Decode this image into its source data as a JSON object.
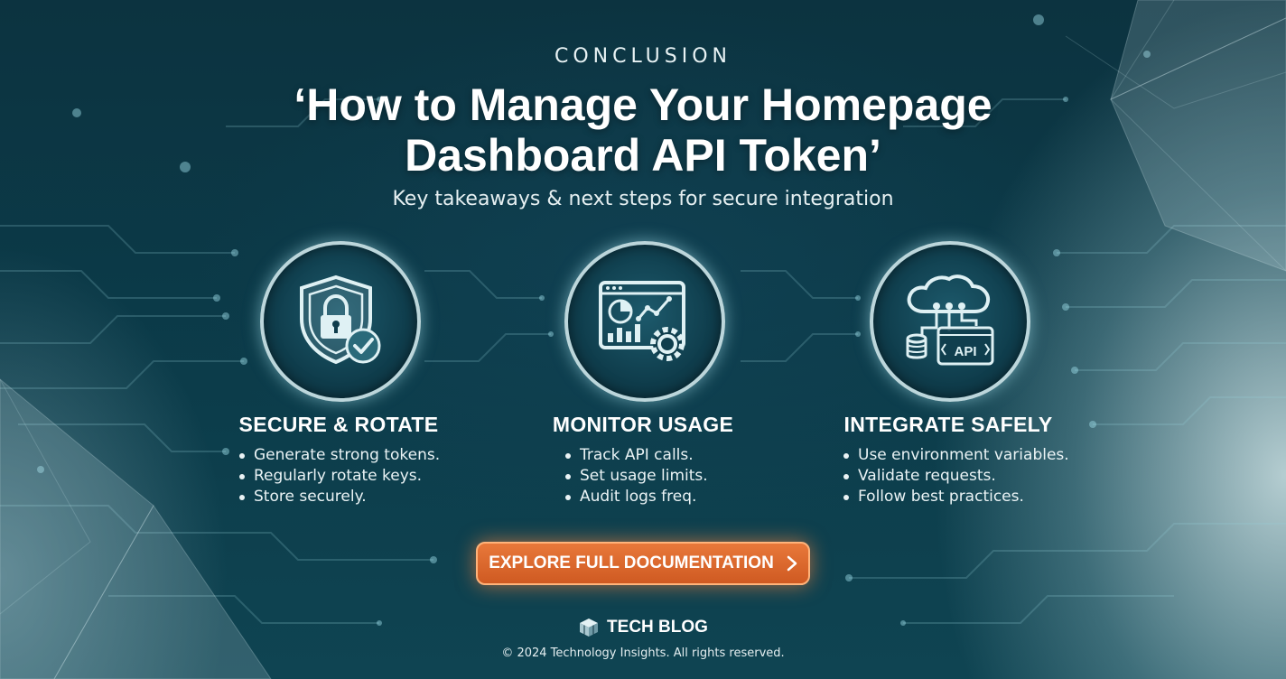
{
  "header": {
    "eyebrow": "CONCLUSION",
    "title": "‘How to Manage Your Homepage Dashboard API Token’",
    "subtitle": "Key takeaways & next steps for secure integration"
  },
  "cards": [
    {
      "icon": "shield-lock-check-icon",
      "title": "SECURE & ROTATE",
      "bullets": [
        "Generate strong tokens.",
        "Regularly rotate keys.",
        "Store securely."
      ]
    },
    {
      "icon": "dashboard-chart-gear-icon",
      "title": "MONITOR USAGE",
      "bullets": [
        "Track API calls.",
        "Set usage limits.",
        "Audit logs freq."
      ]
    },
    {
      "icon": "cloud-api-database-icon",
      "title": "INTEGRATE SAFELY",
      "bullets": [
        "Use environment variables.",
        "Validate requests.",
        "Follow best practices."
      ]
    }
  ],
  "cta": {
    "label": "EXPLORE FULL DOCUMENTATION",
    "icon": "chevron-right-icon"
  },
  "footer": {
    "brand": "TECH BLOG",
    "brand_icon": "cube-logo-icon",
    "copyright": "© 2024 Technology Insights. All rights reserved.",
    "api_badge": "API"
  },
  "colors": {
    "background": "#0c3340",
    "accent_orange": "#e06a2e",
    "ring": "#bcd6db",
    "text": "#ffffff"
  }
}
